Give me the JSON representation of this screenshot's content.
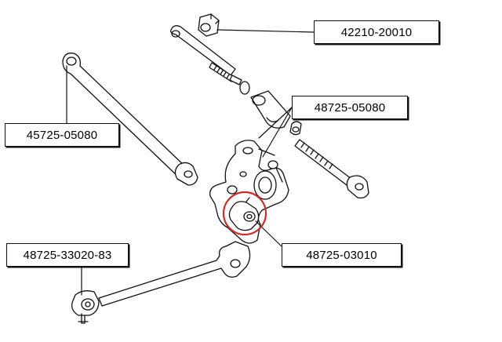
{
  "labels": [
    {
      "part_number": "42210-20010"
    },
    {
      "part_number": "48725-05080"
    },
    {
      "part_number": "45725-05080"
    },
    {
      "part_number": "48725-03010"
    },
    {
      "part_number": "48725-33020-83"
    }
  ],
  "colors": {
    "line": "#111111",
    "highlight_circle": "#d62828",
    "background": "#ffffff"
  },
  "highlighted_part": "48725-03010"
}
